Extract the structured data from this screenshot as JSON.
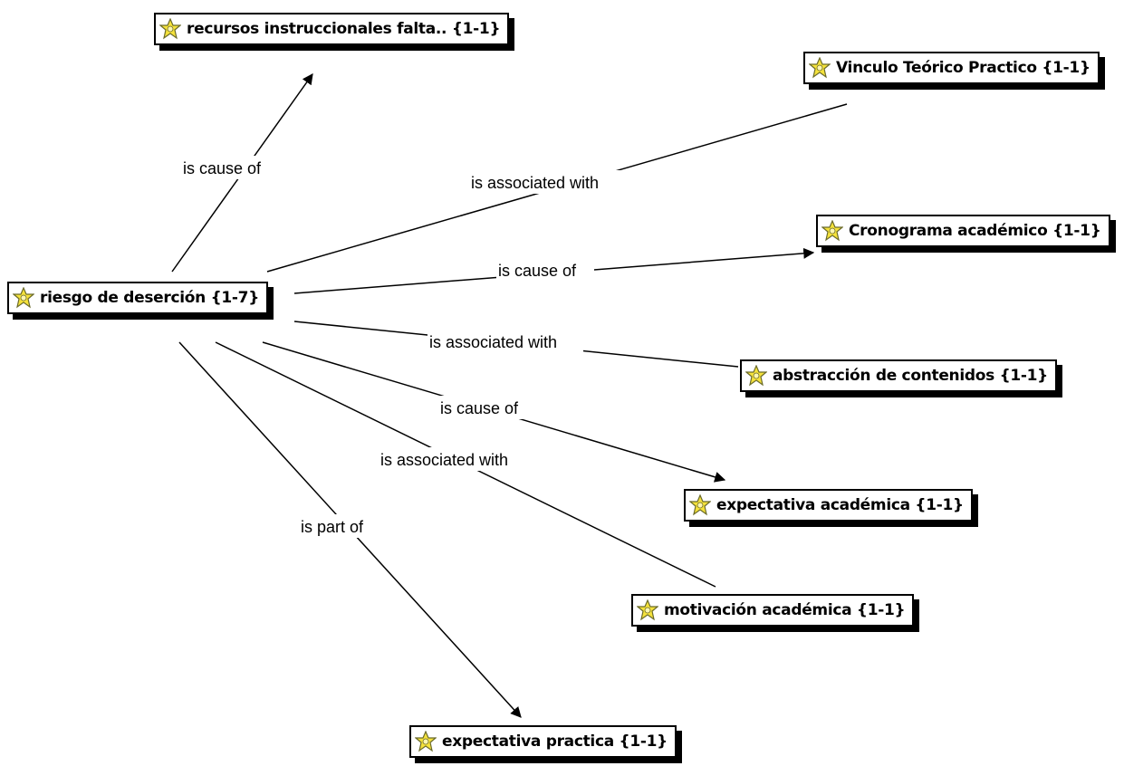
{
  "colors": {
    "line": "#000000",
    "node_border": "#000000",
    "icon_fill": "#f5e23b",
    "icon_stroke": "#6b6b2a"
  },
  "icon": "code-family-icon",
  "nodes": {
    "riesgo": "riesgo de deserción {1-7}",
    "recursos": "recursos instruccionales falta.. {1-1}",
    "vinculo": "Vinculo Teórico Practico {1-1}",
    "cronograma": "Cronograma académico {1-1}",
    "abstraccion": "abstracción de contenidos {1-1}",
    "expectativa_academica": "expectativa académica {1-1}",
    "motivacion": "motivación académica {1-1}",
    "expectativa_practica": "expectativa practica {1-1}"
  },
  "relations": {
    "recursos": "is cause of",
    "vinculo": "is associated with",
    "cronograma": "is cause of",
    "abstraccion": "is associated with",
    "expectativa_academica": "is cause of",
    "motivacion": "is associated with",
    "expectativa_practica": "is part of"
  }
}
